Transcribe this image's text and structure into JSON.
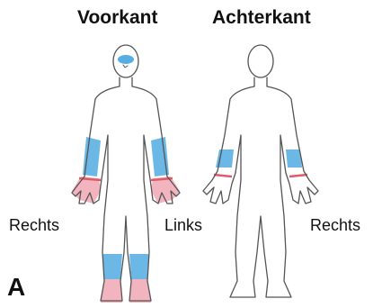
{
  "headings": {
    "front": "Voorkant",
    "back": "Achterkant"
  },
  "side_labels": {
    "front_right": "Rechts",
    "center_left": "Links",
    "back_right": "Rechts"
  },
  "panel_label": "A",
  "colors": {
    "outline": "#555555",
    "blue_marking": "#3aa0dd",
    "red_marking": "#e05a6a",
    "pink_marking": "#f0a8b4"
  }
}
